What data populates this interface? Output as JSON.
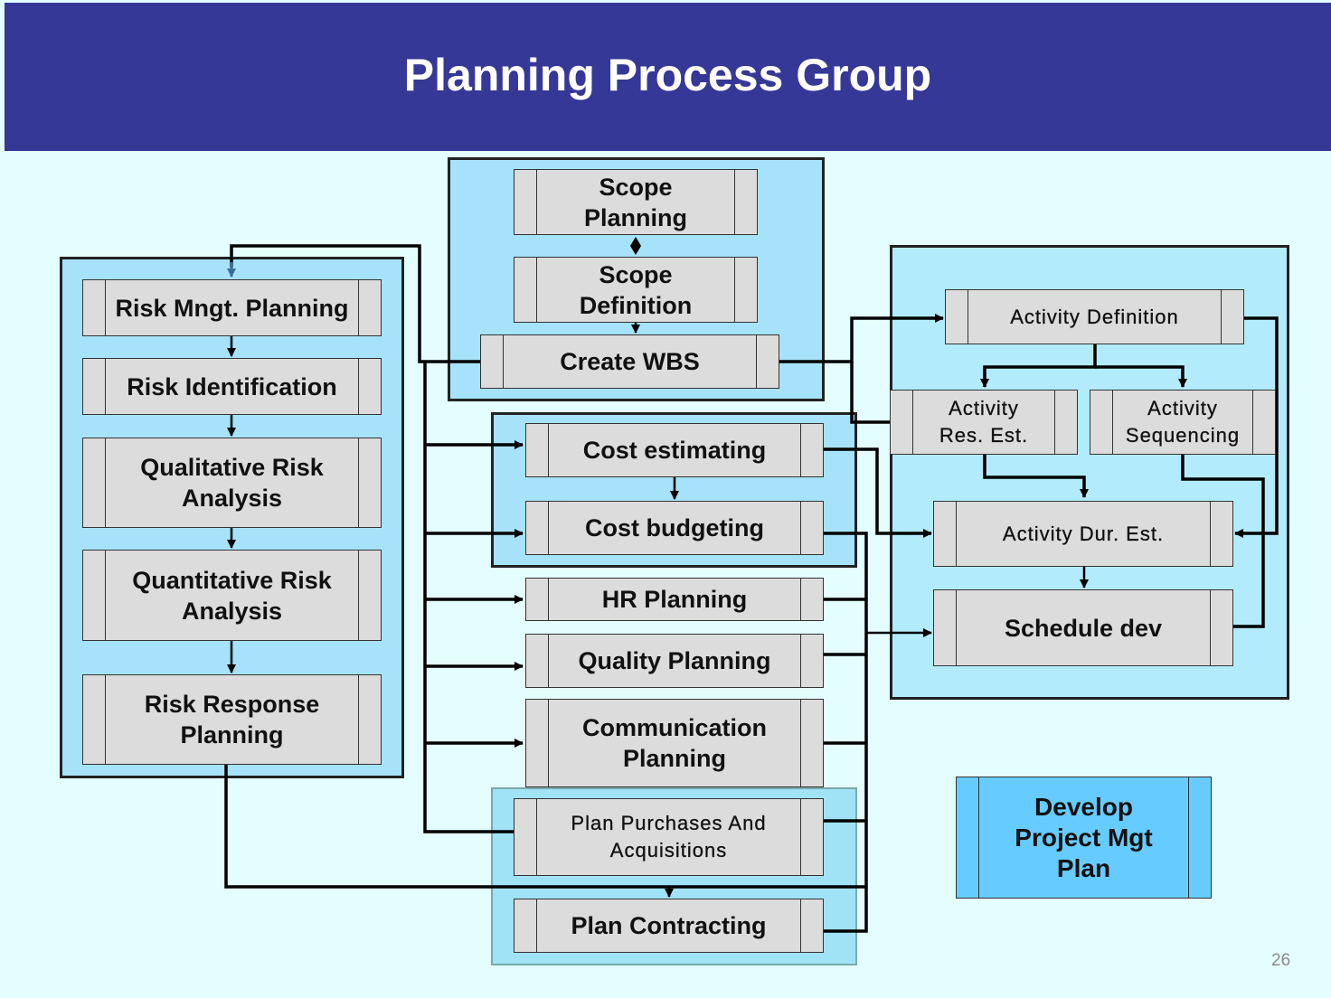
{
  "title": "Planning Process Group",
  "page_number": "26",
  "risk": {
    "mgmt_planning": "Risk Mngt. Planning",
    "identification": "Risk Identification",
    "qualitative": "Qualitative Risk Analysis",
    "quantitative": "Quantitative Risk Analysis",
    "response": "Risk Response Planning"
  },
  "scope": {
    "planning": "Scope Planning",
    "definition": "Scope Definition",
    "wbs": "Create WBS"
  },
  "cost": {
    "estimating": "Cost estimating",
    "budgeting": "Cost budgeting"
  },
  "other": {
    "hr": "HR Planning",
    "quality": "Quality Planning",
    "communication": "Communication Planning"
  },
  "procurement": {
    "purchases": "Plan Purchases And Acquisitions",
    "contracting": "Plan Contracting"
  },
  "schedule": {
    "activity_definition": "Activity Definition",
    "res_est": "Activity Res. Est.",
    "sequencing": "Activity Sequencing",
    "dur_est": "Activity Dur. Est.",
    "schedule_dev": "Schedule dev"
  },
  "develop_plan": "Develop Project Mgt Plan",
  "colors": {
    "header": "#353896",
    "group": "#a6e3fa",
    "box": "#dcdcdc",
    "develop": "#66ccff"
  }
}
